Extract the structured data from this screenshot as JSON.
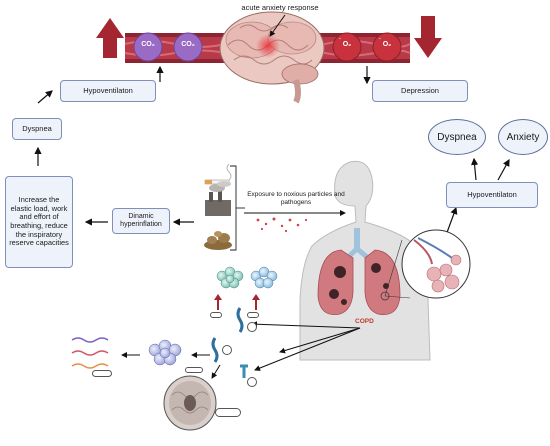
{
  "top_banner": {
    "acute_label": "acute anxiety response",
    "co2_left_1": "CO₂",
    "co2_left_2": "CO₂",
    "o2_right_1": "O₂",
    "o2_right_2": "O₂",
    "o2_charge": "-"
  },
  "boxes": {
    "hypoventilation_left": "Hypoventilaton",
    "depression": "Depression",
    "dyspnea_left": "Dyspnea",
    "elastic_load": "Increase the elastic load, work and effort of breathing, reduce the inspiratory reserve capacities",
    "dynamic_hyperinflation": "Dinamic hyperinflation",
    "exposure": "Exposure to noxious particles and pathogens",
    "hypoventilation_right": "Hypoventilaton",
    "dyspnea_right": "Dyspnea",
    "anxiety": "Anxiety",
    "copd": "COPD"
  },
  "colors": {
    "arrow_red": "#a32630",
    "vessel": "#b83a48",
    "co2_fill": "#9a6bc4",
    "o2_fill": "#c8323c",
    "box_fill": "#eef2fb",
    "box_border": "#7f8fb7"
  },
  "icons": [
    "up-arrow-icon",
    "down-arrow-icon",
    "brain-icon",
    "lungs-icon",
    "body-silhouette-icon",
    "cigarette-icon",
    "factory-icon",
    "dust-icon",
    "alveoli-icon",
    "cell-cluster-icon",
    "receptor-icon",
    "mri-brain-icon",
    "dna-strand-icon"
  ]
}
